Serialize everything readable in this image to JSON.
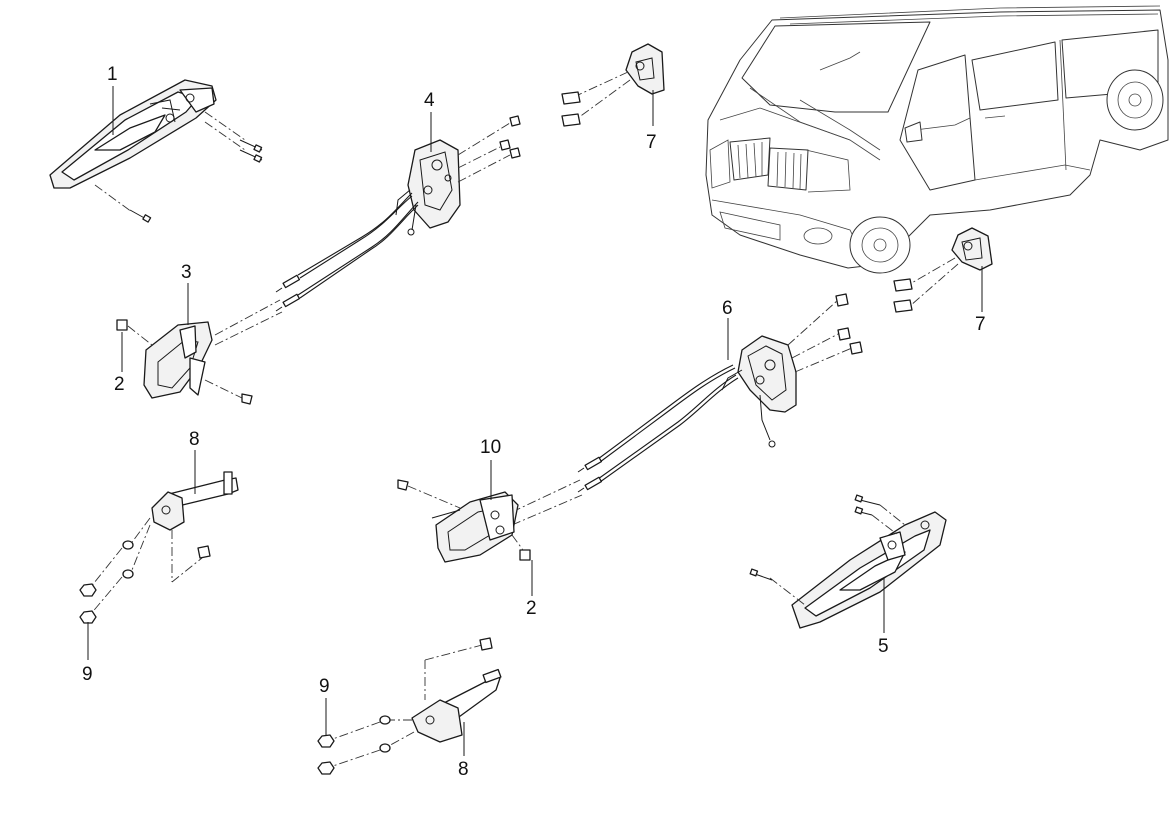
{
  "diagram": {
    "callouts": {
      "c1": "1",
      "c2a": "2",
      "c2b": "2",
      "c3": "3",
      "c4": "4",
      "c5": "5",
      "c6": "6",
      "c7a": "7",
      "c7b": "7",
      "c8a": "8",
      "c8b": "8",
      "c9a": "9",
      "c9b": "9",
      "c10": "10"
    }
  }
}
